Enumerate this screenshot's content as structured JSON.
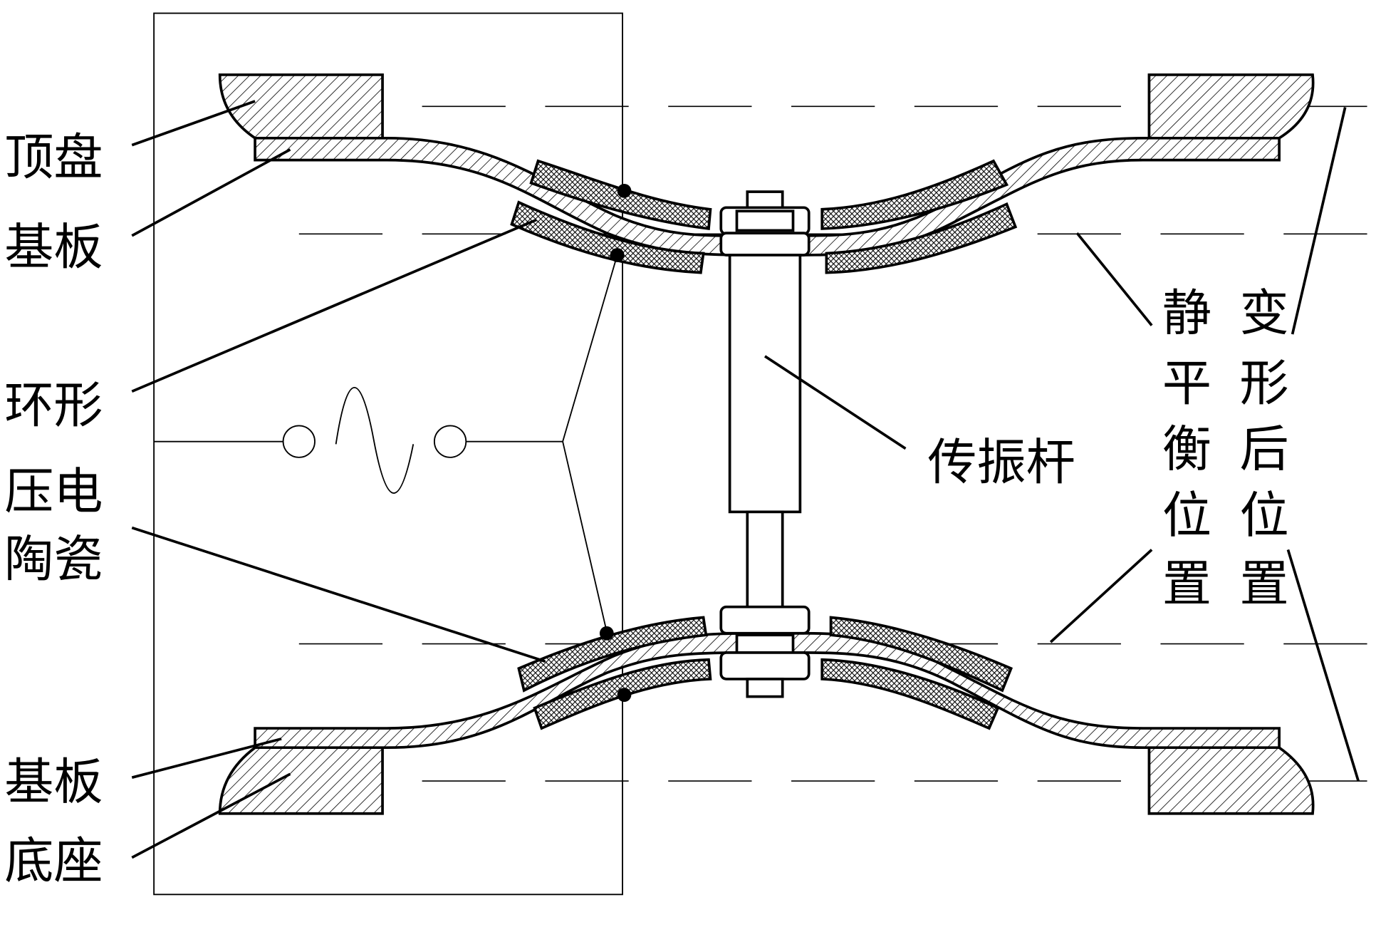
{
  "labels": {
    "top_disc": "顶盘",
    "substrate_top": "基板",
    "ring_piezo": [
      "环形",
      "压电",
      "陶瓷"
    ],
    "substrate_bottom": "基板",
    "base": "底座",
    "rod": "传振杆",
    "static_equilibrium": [
      "静",
      "平",
      "衡",
      "位",
      "置"
    ],
    "deformed": [
      "变",
      "形",
      "后",
      "位",
      "置"
    ]
  },
  "colors": {
    "line": "#000000",
    "background": "#ffffff"
  }
}
